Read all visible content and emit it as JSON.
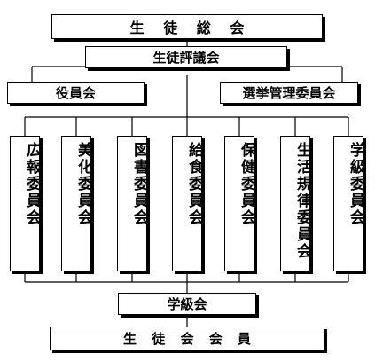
{
  "title": "生 徒 総 会",
  "council": "生徒評議会",
  "officers": "役員会",
  "election": "選挙管理委員会",
  "committees": [
    "広報委員会",
    "美化委員会",
    "図書委員会",
    "給食委員会",
    "保健委員会",
    "生活規律委員会",
    "学級委員会"
  ],
  "class_meeting": "学級会",
  "all_students": "生 徒 会 会 員"
}
